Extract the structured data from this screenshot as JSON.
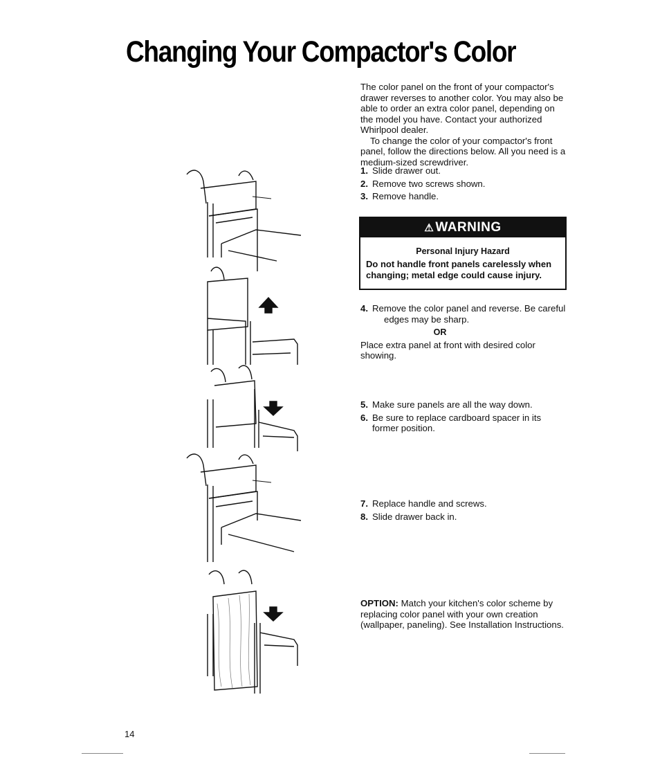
{
  "page": {
    "title": "Changing Your Compactor's Color",
    "intro_p1": "The color panel on the front of your compactor's drawer reverses to another color. You may also be able to order an extra color panel, depending on the model you have. Contact your authorized Whirlpool dealer.",
    "intro_p2": "To change the color of your compactor's front panel, follow the directions below. All you need is a medium-sized screwdriver.",
    "page_number": "14"
  },
  "steps_a": [
    {
      "num": "1.",
      "text": "Slide drawer out."
    },
    {
      "num": "2.",
      "text": "Remove two screws shown."
    },
    {
      "num": "3.",
      "text": "Remove handle."
    }
  ],
  "warning": {
    "icon": "warning-triangle-icon",
    "symbol": "⚠",
    "label": "WARNING",
    "hazard": "Personal Injury Hazard",
    "message": "Do not handle front panels carelessly when changing; metal edge could cause injury."
  },
  "step4": {
    "num": "4.",
    "text": "Remove the color panel and reverse. Be careful",
    "cont": "edges may be sharp.",
    "or": "OR",
    "alt": "Place extra panel at front with desired color showing."
  },
  "steps_b": [
    {
      "num": "5.",
      "text": "Make sure panels are all the way down."
    },
    {
      "num": "6.",
      "text": "Be sure to replace cardboard spacer in its former position."
    }
  ],
  "steps_c": [
    {
      "num": "7.",
      "text": "Replace handle and screws."
    },
    {
      "num": "8.",
      "text": "Slide drawer back in."
    }
  ],
  "option": {
    "label": "OPTION:",
    "text": "Match your kitchen's color scheme by replacing color panel with your own creation (wallpaper, paneling). See Installation Instructions."
  }
}
